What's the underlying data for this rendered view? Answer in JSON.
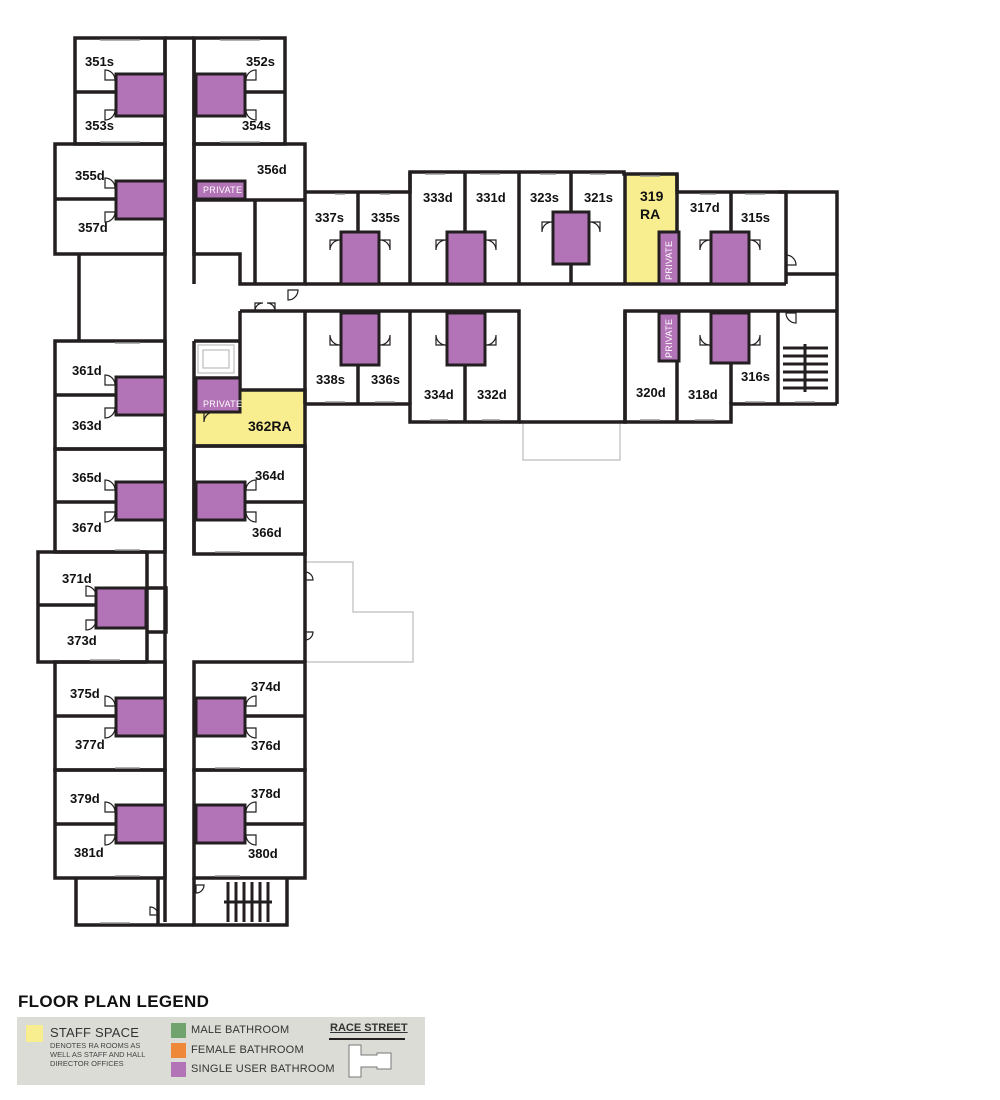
{
  "rooms": [
    "351s",
    "352s",
    "353s",
    "354s",
    "355d",
    "356d",
    "357d",
    "337s",
    "335s",
    "333d",
    "331d",
    "323s",
    "321s",
    "317d",
    "315s",
    "338s",
    "336s",
    "334d",
    "332d",
    "320d",
    "318d",
    "316s",
    "361d",
    "363d",
    "365d",
    "364d",
    "367d",
    "366d",
    "371d",
    "373d",
    "375d",
    "374d",
    "377d",
    "376d",
    "379d",
    "378d",
    "381d",
    "380d"
  ],
  "ra_rooms": [
    "319",
    "RA",
    "362RA"
  ],
  "private_label": "PRIVATE",
  "legend": {
    "title": "FLOOR PLAN LEGEND",
    "staff_label": "STAFF SPACE",
    "staff_desc": "DENOTES RA ROOMS AS WELL AS STAFF AND HALL DIRECTOR OFFICES",
    "male": "MALE BATHROOM",
    "female": "FEMALE BATHROOM",
    "single": "SINGLE USER BATHROOM",
    "street": "RACE STREET"
  },
  "colors": {
    "staff": "#f8ee8f",
    "male": "#70a36e",
    "female": "#f0883a",
    "single": "#b373b7",
    "wall": "#231f20"
  }
}
